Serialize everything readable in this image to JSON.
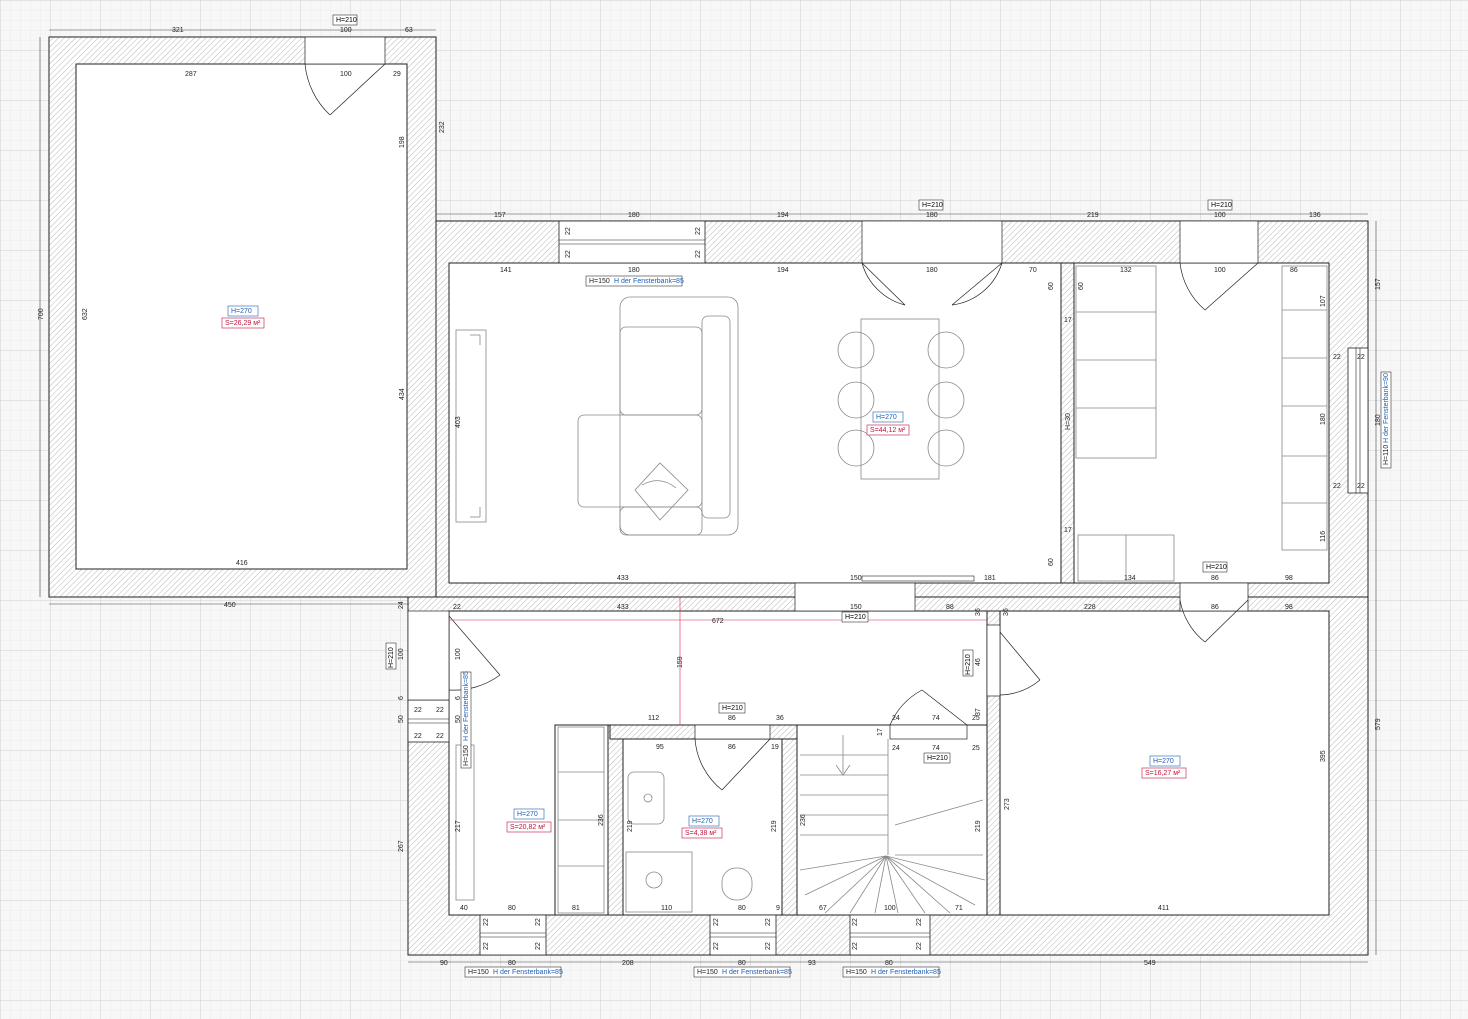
{
  "rooms": {
    "living": {
      "height": "H=270",
      "area": "S=44,12 м²"
    },
    "left_room": {
      "height": "H=270",
      "area": "S=26,29 м²"
    },
    "hall": {
      "height": "H=270",
      "area": "S=20,82 м²"
    },
    "bath": {
      "height": "H=270",
      "area": "S=4,38 м²"
    },
    "bedroom": {
      "height": "H=270",
      "area": "S=16,27 м²"
    }
  },
  "door_tags": {
    "top_entry": "H=210",
    "living_top": "H=210",
    "kitchen_top": "H=210",
    "kitchen_bottom": "H=210",
    "hall_center": "H=210",
    "hall_left": "H=210",
    "bath_top": "H=210",
    "stair": "H=210",
    "bedroom_left": "H=210"
  },
  "window_tags": {
    "living_top_h": "H=150",
    "living_top_sill": "H der Fensterbank=85",
    "bottom1_h": "H=150",
    "bottom1_sill": "H der Fensterbank=85",
    "bottom2_h": "H=150",
    "bottom2_sill": "H der Fensterbank=85",
    "bottom3_h": "H=150",
    "bottom3_sill": "H der Fensterbank=85",
    "right_h": "H=110",
    "right_sill": "H der Fensterbank=90",
    "left_h": "H=150",
    "left_sill": "H der Fensterbank=85"
  },
  "dimensions": {
    "top_321": "321",
    "top_100a": "100",
    "top_63": "63",
    "in_287": "287",
    "in_100": "100",
    "in_29": "29",
    "v_232": "232",
    "v_198": "198",
    "v_700": "700",
    "v_632": "632",
    "v_434": "434",
    "in_416": "416",
    "b_450": "450",
    "t_157": "157",
    "t_180a": "180",
    "t_194a": "194",
    "t_180b": "180",
    "t_219": "219",
    "t_100b": "100",
    "t_136": "136",
    "l_141": "141",
    "l_180a": "180",
    "l_194": "194",
    "l_180b": "180",
    "l_70": "70",
    "k_132": "132",
    "k_100": "100",
    "k_86": "86",
    "w22a": "22",
    "w22b": "22",
    "w22c": "22",
    "w22d": "22",
    "v_60a": "60",
    "v_60b": "60",
    "v_17a": "17",
    "v_17b": "17",
    "v_403": "403",
    "h30": "H=30",
    "k_60": "60",
    "k_107": "107",
    "k_180": "180",
    "k_116": "116",
    "k_22a": "22",
    "k_22b": "22",
    "k_22c": "22",
    "k_22d": "22",
    "r_157": "157",
    "r_180": "180",
    "r_579": "579",
    "mid_433a": "433",
    "mid_150a": "150",
    "mid_181": "181",
    "mid_134": "134",
    "mid_86a": "86",
    "mid_98a": "98",
    "h_22": "22",
    "h_433": "433",
    "h_150": "150",
    "h_88": "88",
    "h_36a": "36",
    "h_36b": "36",
    "h_228": "228",
    "h_86": "86",
    "h_98": "98",
    "red_672": "672",
    "red_159": "159",
    "hl_24": "24",
    "hl_100": "100",
    "hl_100b": "100",
    "hl_6a": "6",
    "hl_6b": "6",
    "hl_50a": "50",
    "hl_50b": "50",
    "hl_22a": "22",
    "hl_22b": "22",
    "hl_22c": "22",
    "hl_22d": "22",
    "hl_267": "267",
    "hl_217": "217",
    "hl_40": "40",
    "hl_80": "80",
    "hl_81": "81",
    "hl_236": "236",
    "b_112": "112",
    "b_86": "86",
    "b_36": "36",
    "b_95": "95",
    "b_86b": "86",
    "b_19": "19",
    "b_219a": "219",
    "b_219b": "219",
    "b_110": "110",
    "b_80": "80",
    "b_9": "9",
    "s_17": "17",
    "s_24a": "24",
    "s_74a": "74",
    "s_25": "25",
    "s_24b": "24",
    "s_74b": "74",
    "s_25b": "25",
    "s_37": "37",
    "s_46": "46",
    "s_236": "236",
    "s_219": "219",
    "s_67": "67",
    "s_100": "100",
    "s_71": "71",
    "br_273": "273",
    "br_395": "395",
    "br_411": "411",
    "bw_22a": "22",
    "bw_22b": "22",
    "bw_22c": "22",
    "bw_22d": "22",
    "bw_22e": "22",
    "bw_22f": "22",
    "bw_22g": "22",
    "bw_22h": "22",
    "bw_22i": "22",
    "bw_22j": "22",
    "bw_22k": "22",
    "bw_22l": "22",
    "bot_90": "90",
    "bot_80a": "80",
    "bot_208": "208",
    "bot_80b": "80",
    "bot_93": "93",
    "bot_80c": "80",
    "bot_549": "549"
  },
  "colors": {
    "grid": "#dadada",
    "wall_line": "#222222",
    "height_tag": "#1f5fb3",
    "area_tag": "#c0143c",
    "dim_red": "#d42a4a"
  }
}
